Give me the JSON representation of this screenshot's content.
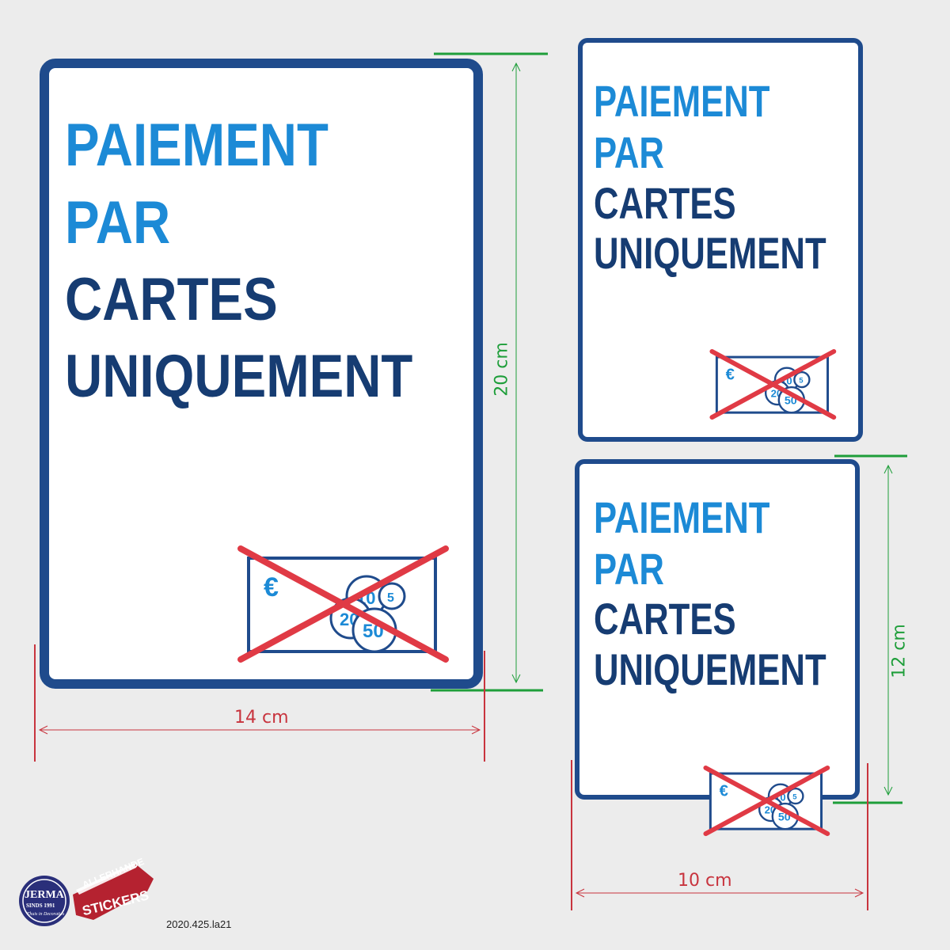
{
  "signs": {
    "large": {
      "line1": "PAIEMENT",
      "line2": "PAR",
      "line3": "CARTES",
      "line4": "UNIQUEMENT"
    },
    "small_top": {
      "line1": "PAIEMENT",
      "line2": "PAR",
      "line3": "CARTES",
      "line4": "UNIQUEMENT"
    },
    "small_bottom": {
      "line1": "PAIEMENT",
      "line2": "PAR",
      "line3": "CARTES",
      "line4": "UNIQUEMENT"
    }
  },
  "cash_icon": {
    "currency_symbol": "€",
    "coin_values": [
      "10",
      "5",
      "20",
      "50"
    ],
    "icon": "banknote-and-coins-crossed-out-icon"
  },
  "dimensions": {
    "large_height": "20 cm",
    "large_width": "14 cm",
    "small_height": "12 cm",
    "small_width": "10 cm"
  },
  "logo": {
    "brand": "JERMA",
    "since": "SINDS 1991",
    "tagline": "Thuis in Decoraties",
    "badge_top": "ALLERHANDE",
    "badge_bottom": "STICKERS"
  },
  "product_code": "2020.425.la21",
  "colors": {
    "border": "#1f4b8c",
    "text_light_blue": "#1c8ad6",
    "text_dark_blue": "#163c72",
    "cross_red": "#e03a45",
    "dimension_green": "#1e9e3a",
    "dimension_red": "#c8343e",
    "background": "#ececec"
  }
}
